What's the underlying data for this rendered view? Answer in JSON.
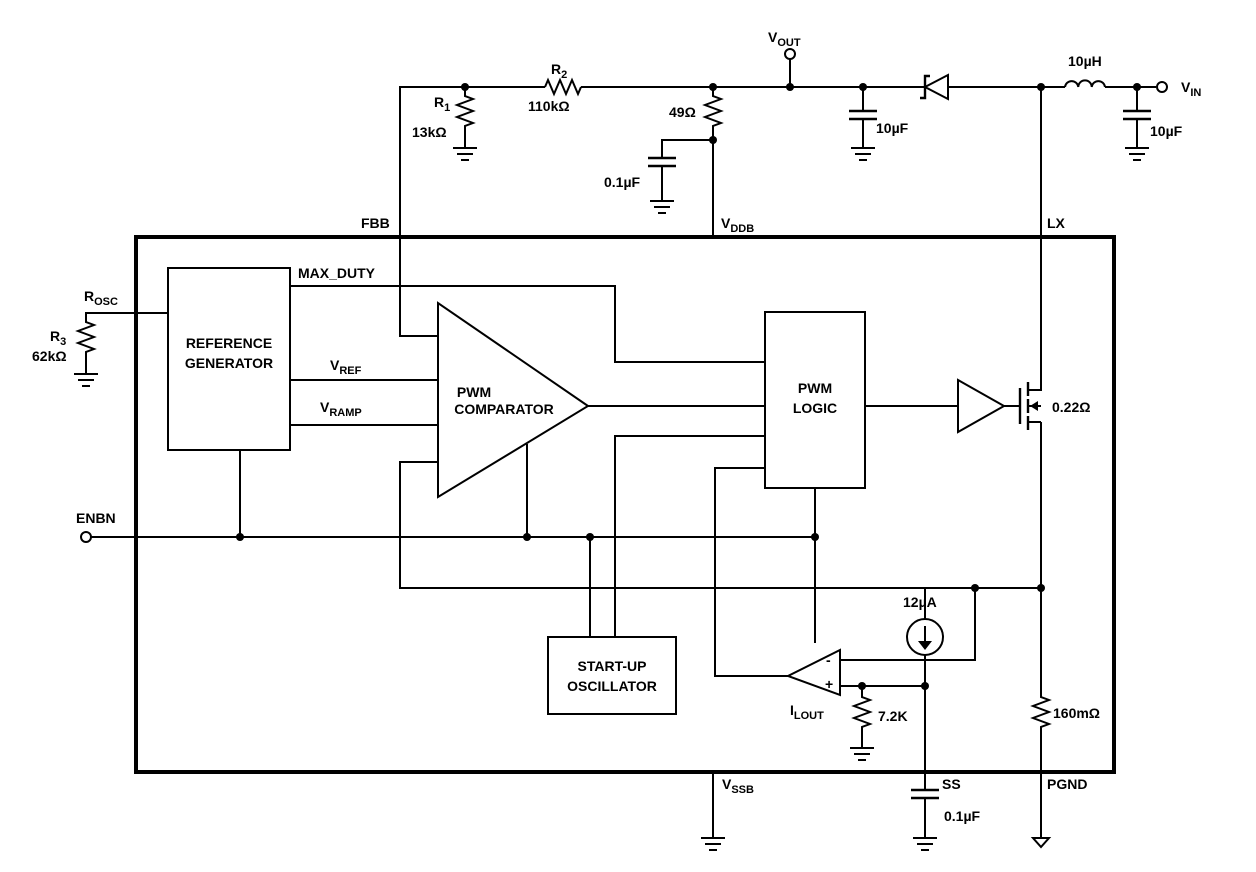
{
  "pins": {
    "vout": {
      "main": "V",
      "sub": "OUT"
    },
    "vin": {
      "main": "V",
      "sub": "IN"
    },
    "fbb": "FBB",
    "vddb": {
      "main": "V",
      "sub": "DDB"
    },
    "lx": "LX",
    "rosc": {
      "main": "R",
      "sub": "OSC"
    },
    "enbn": "ENBN",
    "vssb": {
      "main": "V",
      "sub": "SSB"
    },
    "ss": "SS",
    "pgnd": "PGND"
  },
  "components": {
    "r1": {
      "main": "R",
      "sub": "1",
      "value": "13kΩ"
    },
    "r2": {
      "main": "R",
      "sub": "2",
      "value": "110kΩ"
    },
    "r3": {
      "main": "R",
      "sub": "3",
      "value": "62kΩ"
    },
    "r49": "49Ω",
    "c_vddb": "0.1µF",
    "c_out": "10µF",
    "c_in": "10µF",
    "inductor": "10µH",
    "c_ss": "0.1µF",
    "r_sense": "160mΩ",
    "r_ilim": "7.2K",
    "i_source": "12µA",
    "mosfet_ron": "0.22Ω"
  },
  "blocks": {
    "reference_generator": [
      "REFERENCE",
      "GENERATOR"
    ],
    "pwm_comparator": [
      "PWM",
      "COMPARATOR"
    ],
    "pwm_logic": [
      "PWM",
      "LOGIC"
    ],
    "startup_oscillator": [
      "START-UP",
      "OSCILLATOR"
    ]
  },
  "signals": {
    "max_duty": "MAX_DUTY",
    "vref": {
      "main": "V",
      "sub": "REF"
    },
    "vramp": {
      "main": "V",
      "sub": "RAMP"
    },
    "ilout": {
      "main": "I",
      "sub": "LOUT"
    },
    "minus": "-",
    "plus": "+"
  }
}
